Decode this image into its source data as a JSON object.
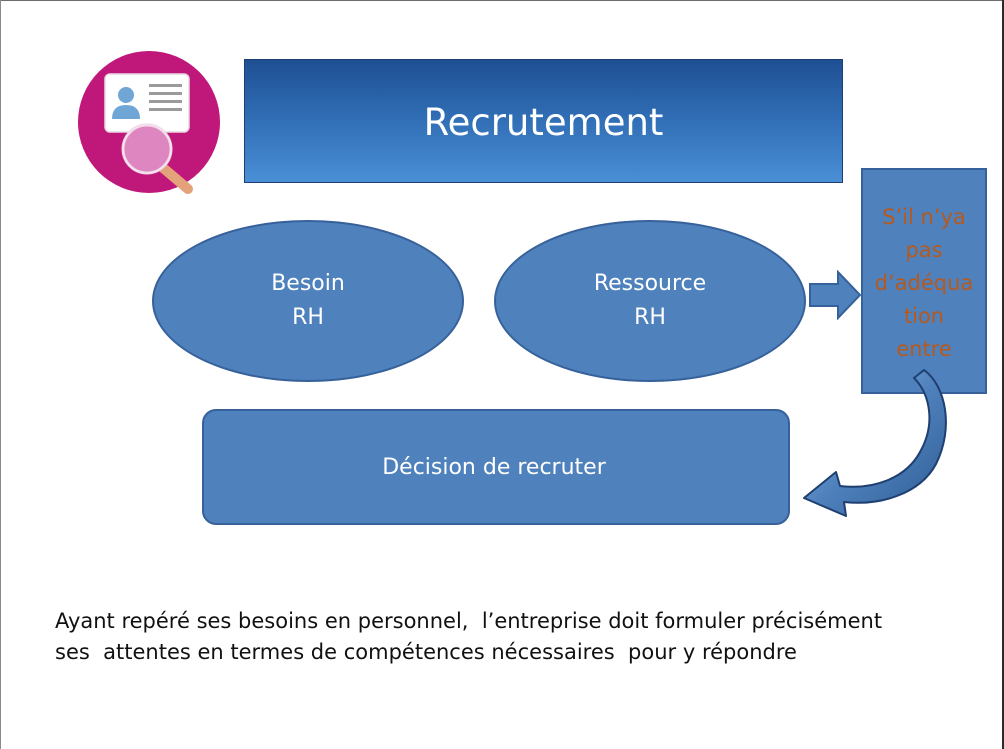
{
  "title": "Recrutement",
  "ellipses": {
    "besoin": {
      "line1": "Besoin",
      "line2": "RH"
    },
    "ressource": {
      "line1": "Ressource",
      "line2": "RH"
    }
  },
  "side_box_lines": [
    "S’il n’ya",
    "pas",
    "d’adéqua",
    "tion",
    "entre"
  ],
  "decision": "Décision de recruter",
  "body_lines": [
    "Ayant repéré ses besoins en personnel,  l’entreprise doit formuler précisément",
    "ses  attentes en termes de compétences nécessaires  pour y répondre"
  ],
  "colors": {
    "shape_fill": "#4f81bd",
    "shape_border": "#36619a",
    "title_gradient_top": "#1f4f93",
    "title_gradient_bottom": "#4a8fd6",
    "side_text": "#b55a1f",
    "logo_circle": "#c0187a"
  },
  "icons": {
    "logo": "recruitment-magnifier-cv-icon",
    "right_arrow": "arrow-right-icon",
    "curved_arrow": "curved-arrow-left-icon"
  }
}
